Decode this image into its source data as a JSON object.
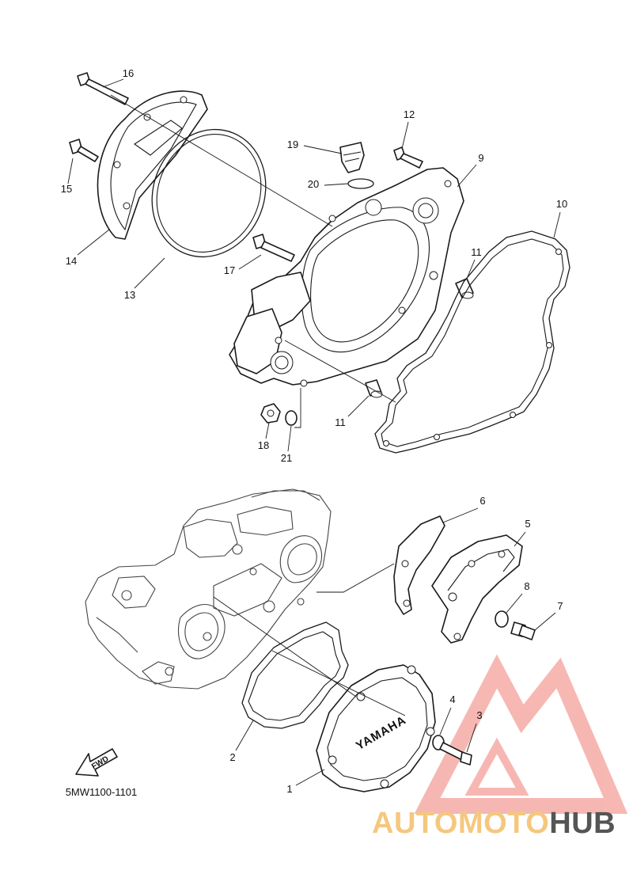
{
  "diagram": {
    "catalog_code": "5MW1100-1101",
    "fwd_label": "FWD",
    "cover_brand": "YAMAHA",
    "callouts": [
      "1",
      "2",
      "3",
      "4",
      "5",
      "6",
      "7",
      "8",
      "9",
      "10",
      "11",
      "11",
      "12",
      "13",
      "14",
      "15",
      "16",
      "17",
      "18",
      "19",
      "20",
      "21"
    ]
  },
  "watermark": {
    "part1": "AUTOMOTO",
    "part2": "HUB",
    "color_accent": "#f4a09a",
    "color_dark": "#555555",
    "color_auto": "#f5c77e"
  }
}
